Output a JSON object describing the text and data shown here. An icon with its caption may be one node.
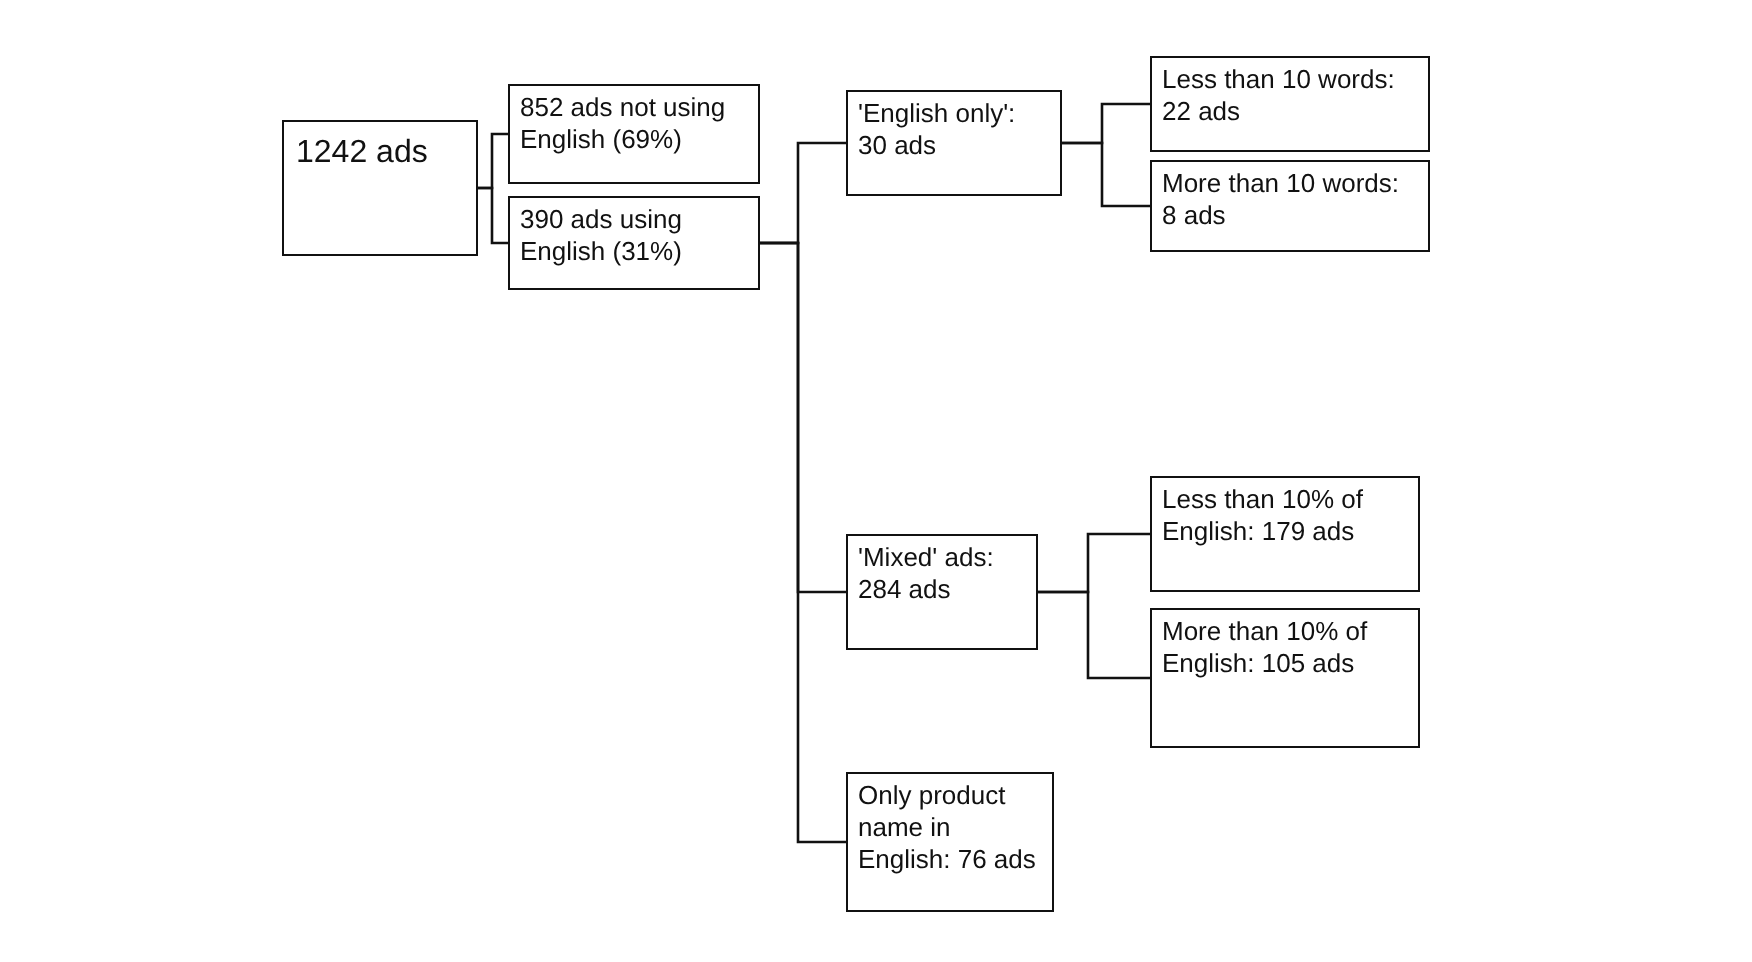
{
  "diagram": {
    "nodes": [
      {
        "text": [
          "1242 ads"
        ]
      },
      {
        "text": [
          "852 ads not using English (69%)"
        ]
      },
      {
        "text": [
          "390 ads using English (31%)"
        ]
      },
      {
        "text": [
          "'English only': 30 ads"
        ]
      },
      {
        "text": [
          "Less than 10 words: 22 ads"
        ]
      },
      {
        "text": [
          "More than 10 words: 8 ads"
        ]
      },
      {
        "text": [
          "'Mixed' ads: 284 ads"
        ]
      },
      {
        "text": [
          "Less than 10% of English: 179 ads"
        ]
      },
      {
        "text": [
          "More than 10% of English: 105 ads"
        ]
      },
      {
        "text": [
          "Only product name in English: 76 ads"
        ]
      }
    ],
    "edges": [
      {
        "from": 0,
        "to": 1,
        "arrow": "none"
      },
      {
        "from": 0,
        "to": 2,
        "arrow": "none"
      },
      {
        "from": 2,
        "to": 3,
        "arrow": "none"
      },
      {
        "from": 2,
        "to": 6,
        "arrow": "none"
      },
      {
        "from": 2,
        "to": 9,
        "arrow": "none"
      },
      {
        "from": 3,
        "to": 4,
        "arrow": "none"
      },
      {
        "from": 3,
        "to": 5,
        "arrow": "none"
      },
      {
        "from": 6,
        "to": 7,
        "arrow": "none"
      },
      {
        "from": 6,
        "to": 8,
        "arrow": "none"
      }
    ]
  }
}
